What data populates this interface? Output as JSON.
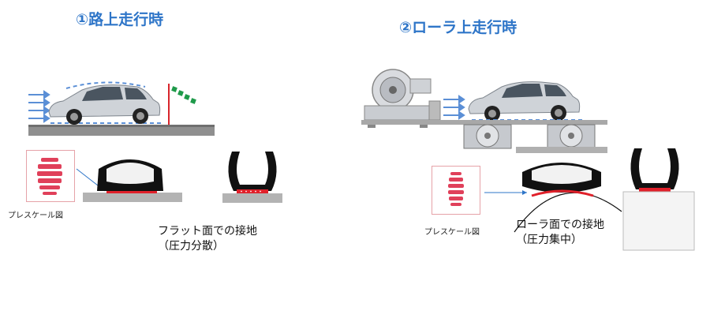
{
  "panels": {
    "road": {
      "title": "①路上走行時",
      "press_scale_label": "プレスケール図",
      "caption_line1": "フラット面での接地",
      "caption_line2": "（圧力分散）"
    },
    "roller": {
      "title": "②ローラ上走行時",
      "press_scale_label": "プレスケール図",
      "caption_line1": "ローラ面での接地",
      "caption_line2": "（圧力集中）"
    }
  },
  "colors": {
    "title_blue": "#2e75c8",
    "contact_red": "#e0202a",
    "airflow_blue": "#5b8fd6",
    "flag_green": "#1f9a4a",
    "pole_red": "#d8252b",
    "ground_gray": "#9a9a9a",
    "tire_black": "#111111"
  },
  "icons": [
    "car-icon",
    "flag-icon",
    "tire-icon",
    "roller-icon",
    "fan-machine-icon",
    "press-scale-icon"
  ]
}
